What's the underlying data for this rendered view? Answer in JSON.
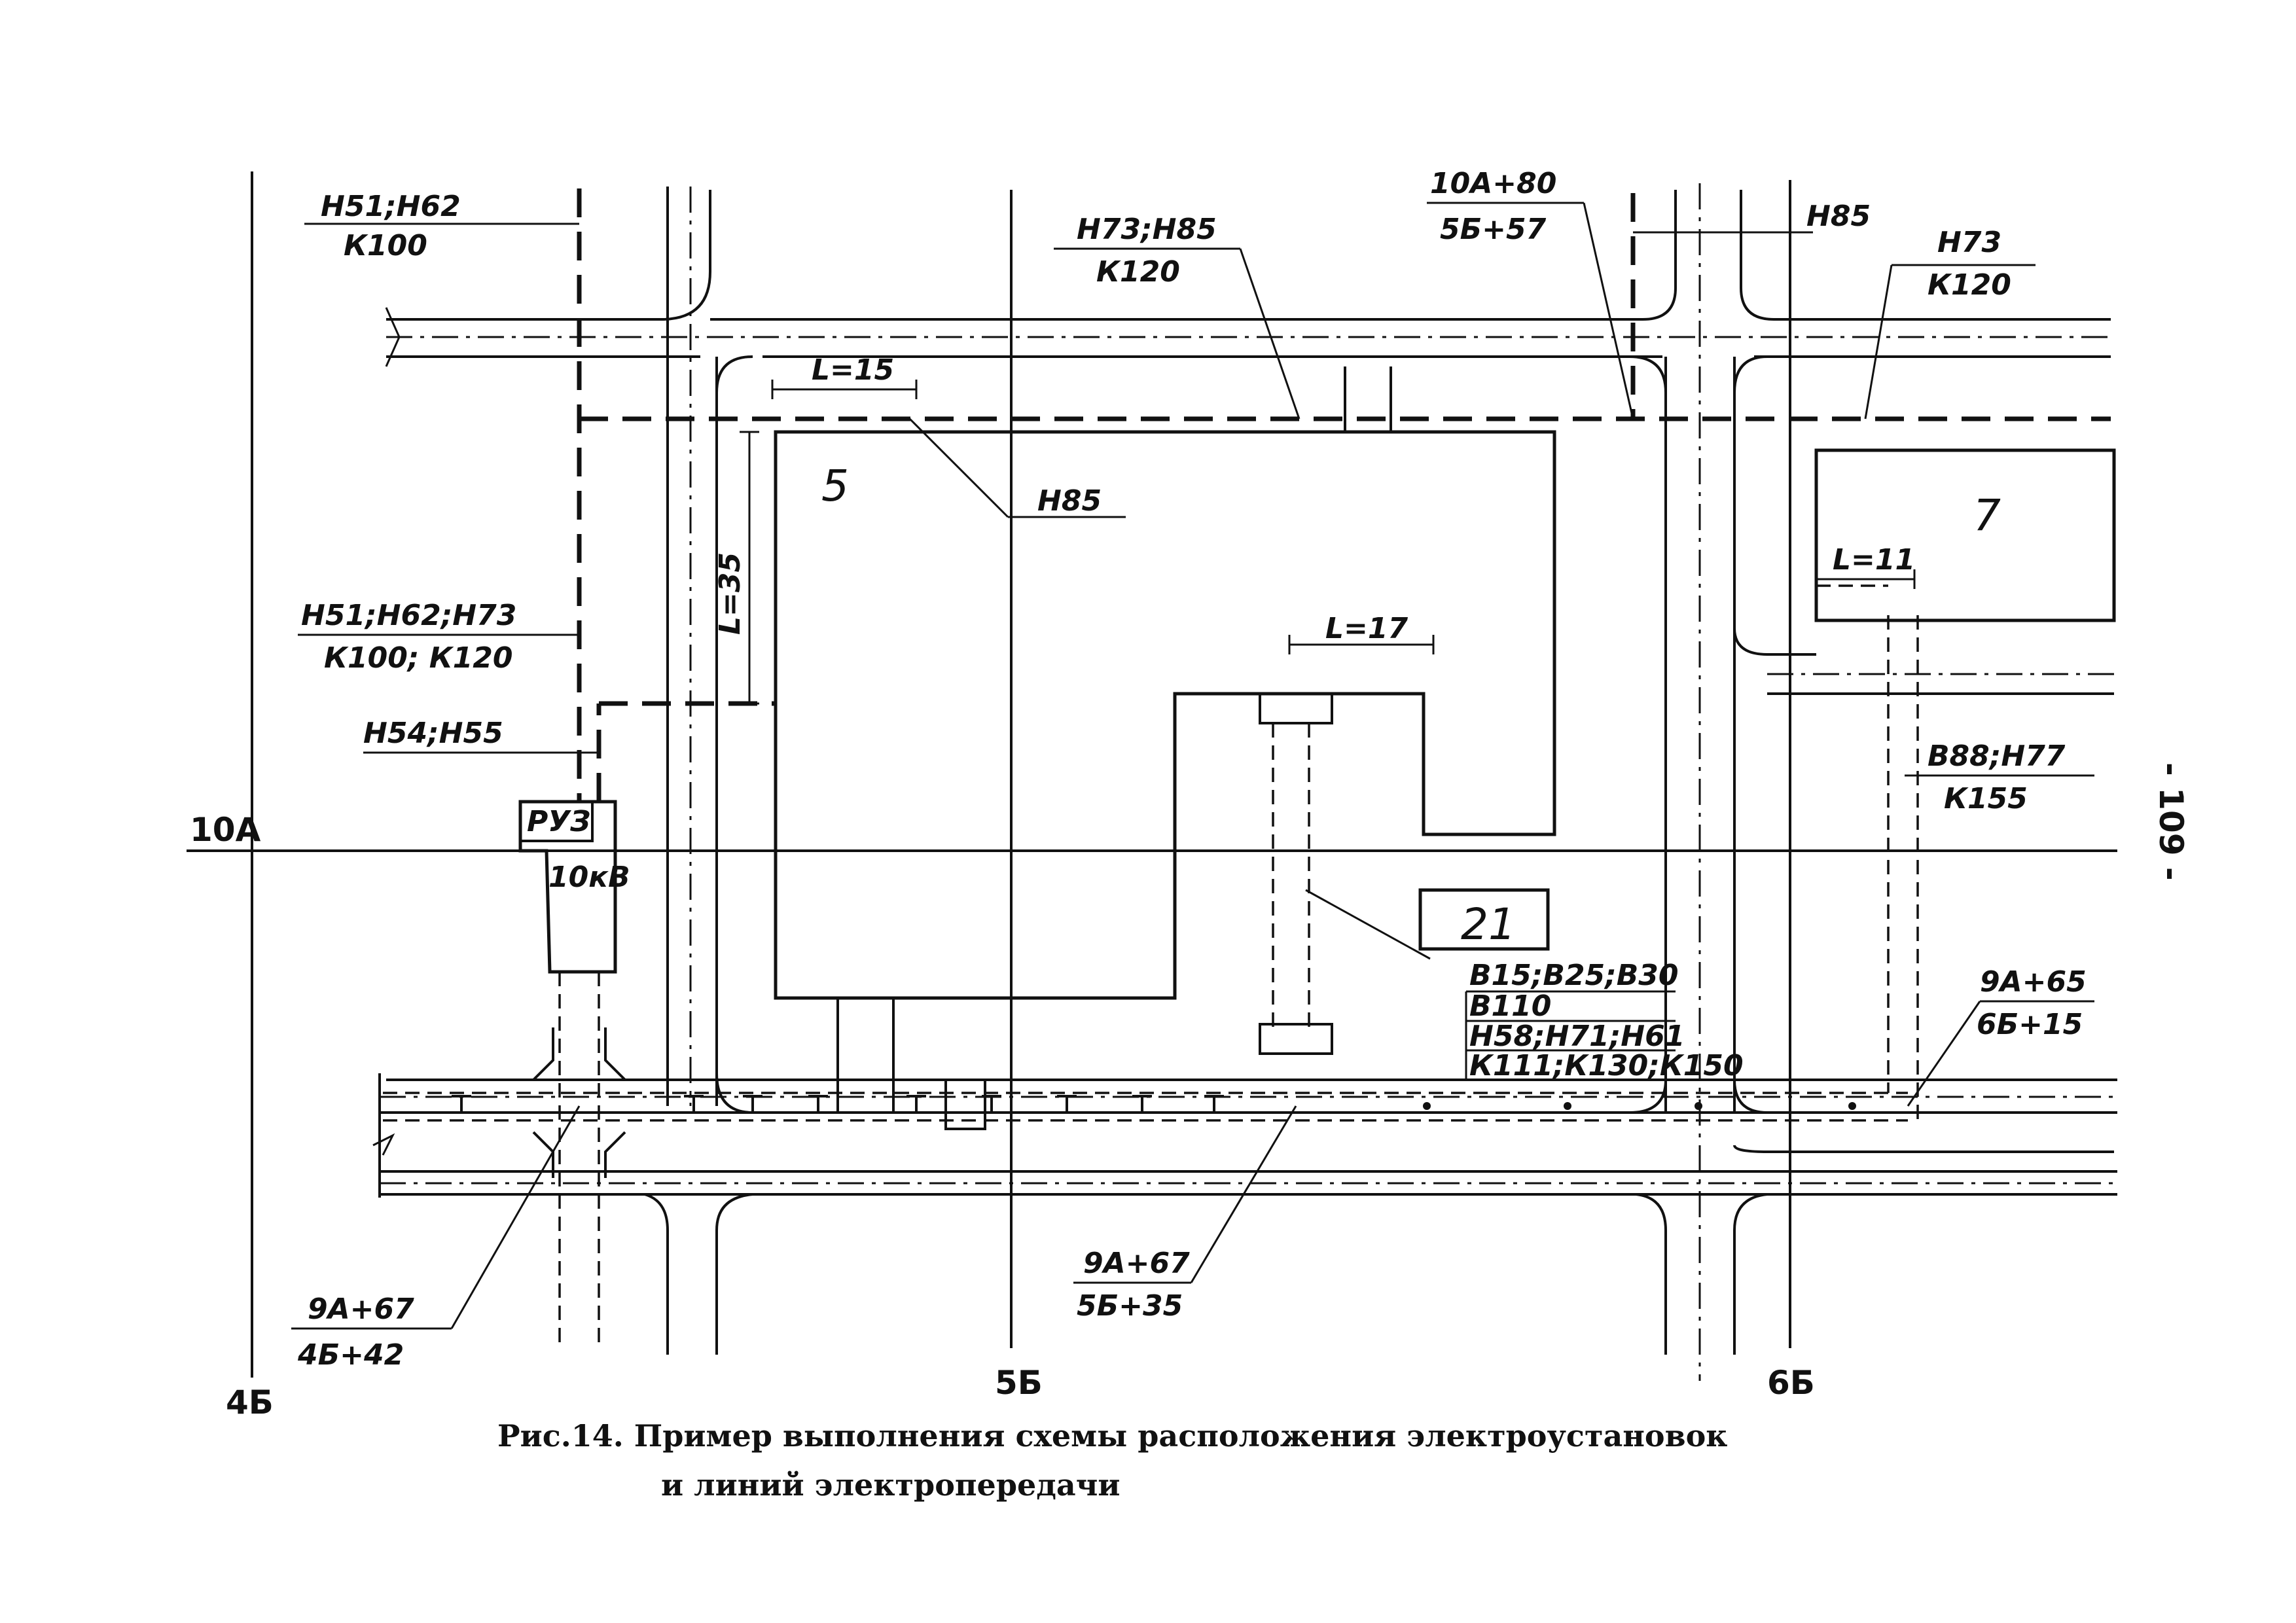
{
  "axes": {
    "row_10A": "10А",
    "col_4B": "4Б",
    "col_5B": "5Б",
    "col_6B": "6Б"
  },
  "buildings": {
    "b5": "5",
    "b7": "7",
    "b21": "21"
  },
  "substation": {
    "name": "РУЗ",
    "voltage": "10кВ"
  },
  "callouts": {
    "top_left_1": "Н51;Н62",
    "top_left_2": "К100",
    "mid_top_1": "Н73;Н85",
    "mid_top_2": "К120",
    "top_right_stake_1": "10А+80",
    "top_right_stake_2": "5Б+57",
    "top_right_h85": "Н85",
    "far_right_1": "Н73",
    "far_right_2": "К120",
    "b5_h85": "Н85",
    "left_mid_1": "Н51;Н62;Н73",
    "left_mid_2": "К100; К120",
    "left_h54": "Н54;Н55",
    "right_b88_1": "В88;Н77",
    "right_b88_2": "К155",
    "b21_cable_1": "В15;В25;В30",
    "b21_cable_2": "В110",
    "b21_cable_3": "Н58;Н71;Н61",
    "b21_cable_4": "К111;К130;К150",
    "stake_right_1": "9А+65",
    "stake_right_2": "6Б+15",
    "stake_mid_1": "9А+67",
    "stake_mid_2": "5Б+35",
    "stake_left_1": "9А+67",
    "stake_left_2": "4Б+42"
  },
  "dimensions": {
    "l15": "L=15",
    "l35": "L=35",
    "l17": "L=17",
    "l11": "L=11"
  },
  "page_number": "- 109 -",
  "caption": {
    "line1": "Рис.14. Пример выполнения схемы   расположения электроустановок",
    "line2": "и линий электропередачи"
  }
}
